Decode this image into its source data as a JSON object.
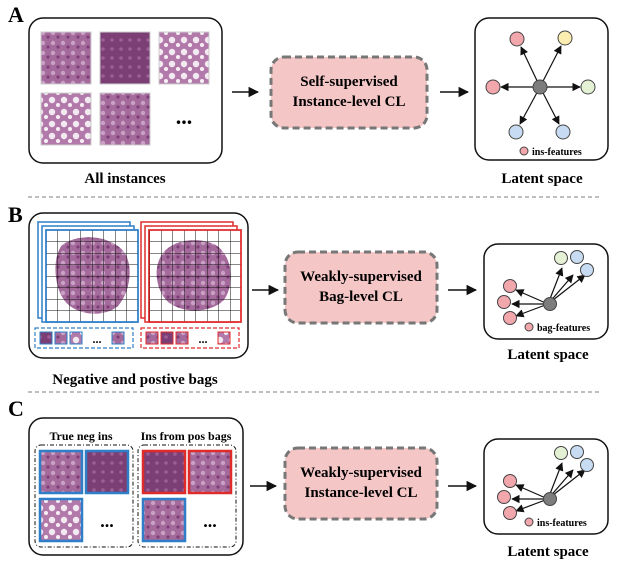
{
  "panels": {
    "a": {
      "letter": "A",
      "caption": "All instances",
      "method": [
        "Self-supervised",
        "Instance-level CL"
      ],
      "latent_caption": "Latent space",
      "legend": "ins-features",
      "ellipsis": "..."
    },
    "b": {
      "letter": "B",
      "caption": "Negative and postive bags",
      "method": [
        "Weakly-supervised",
        "Bag-level CL"
      ],
      "latent_caption": "Latent space",
      "legend": "bag-features",
      "ellipsis": "..."
    },
    "c": {
      "letter": "C",
      "group_neg": "True neg ins",
      "group_pos": "Ins from pos bags",
      "method": [
        "Weakly-supervised",
        "Instance-level CL"
      ],
      "latent_caption": "Latent space",
      "legend": "ins-features",
      "ellipsis": "..."
    }
  },
  "colors": {
    "method_fill": "#f4c6c6",
    "method_border": "#777777",
    "negative": "#2e7fc8",
    "positive": "#e02b2b",
    "node_red": "#f2a7ad",
    "node_yellow": "#fbeeb0",
    "node_green": "#e4f1d5",
    "node_blue": "#c7dcf3",
    "node_center": "#7d7d7d",
    "tissue": "#9c5b93"
  }
}
